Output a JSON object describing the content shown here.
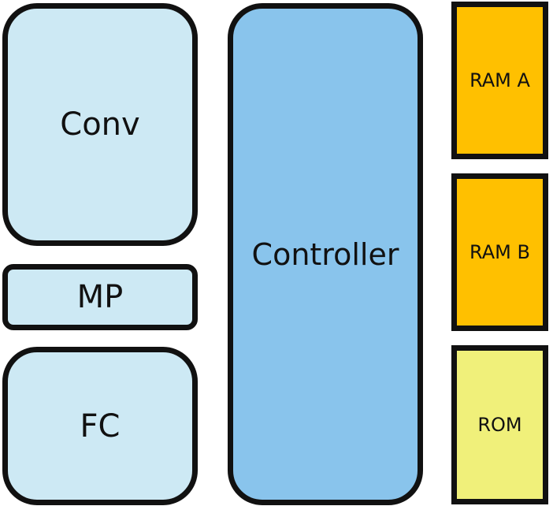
{
  "blocks": {
    "conv": {
      "label": "Conv",
      "fill": "#cde9f4"
    },
    "mp": {
      "label": "MP",
      "fill": "#cde9f4"
    },
    "fc": {
      "label": "FC",
      "fill": "#cde9f4"
    },
    "controller": {
      "label": "Controller",
      "fill": "#89c4ec"
    },
    "ram_a": {
      "label": "RAM A",
      "fill": "#ffc000"
    },
    "ram_b": {
      "label": "RAM B",
      "fill": "#ffc000"
    },
    "rom": {
      "label": "ROM",
      "fill": "#f0f07a"
    }
  },
  "colors": {
    "border": "#111111",
    "text": "#111111"
  }
}
